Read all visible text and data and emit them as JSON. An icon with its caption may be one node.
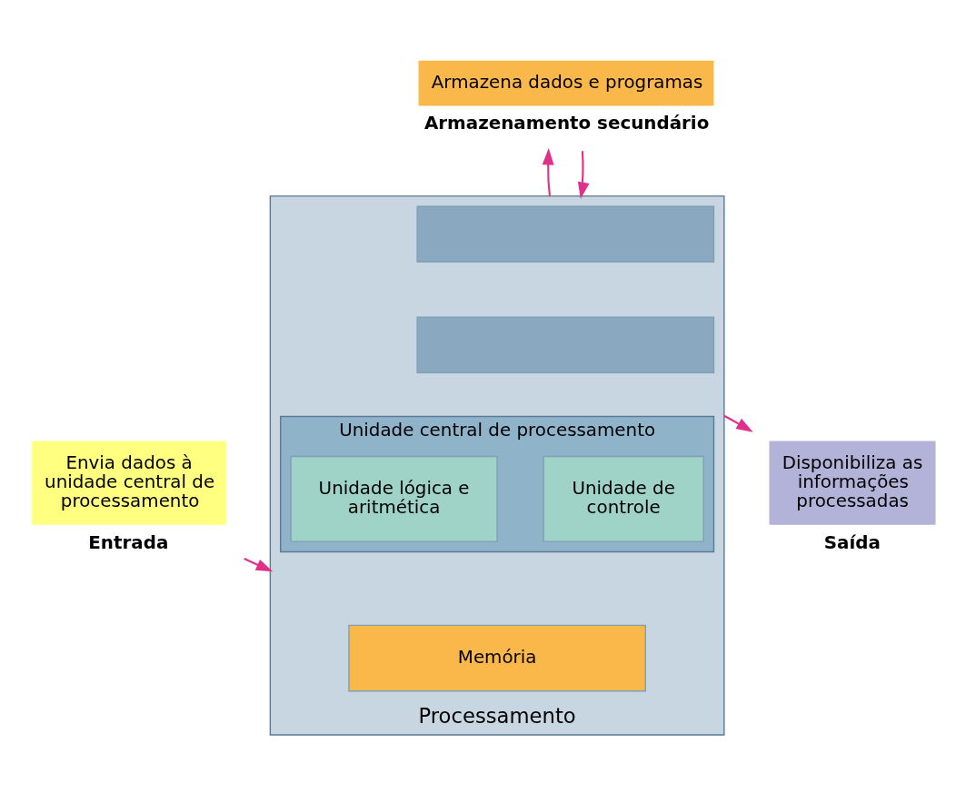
{
  "diagram": {
    "nodes": [
      {
        "text": [
          "Processamento"
        ]
      },
      {
        "text": [],
        "shape": "box",
        "in": 0
      },
      {
        "text": [],
        "shape": "box",
        "in": 0
      },
      {
        "text": [
          "Unidade central de processamento"
        ],
        "in": 0
      },
      {
        "text": [
          "Unidade de controle"
        ],
        "in": 3
      },
      {
        "text": [
          "Unidade lógica e aritmética"
        ],
        "in": 3
      },
      {
        "text": [
          "Memória"
        ],
        "in": 0
      },
      {
        "text": [
          "Armazena dados e programas"
        ],
        "beside": [
          "Armazenamento secundário"
        ]
      },
      {
        "text": [
          "Envia dados à unidade central de processamento"
        ],
        "beside": [
          "Entrada"
        ]
      },
      {
        "text": [
          "Disponibiliza as informações processadas"
        ],
        "beside": [
          "Saída"
        ]
      }
    ],
    "edges": [
      {
        "from": 0,
        "to": 7,
        "arrow": "to"
      },
      {
        "from": 7,
        "to": 0,
        "arrow": "to"
      },
      {
        "from": 8,
        "to": 0,
        "arrow": "to"
      },
      {
        "from": 0,
        "to": 9,
        "arrow": "to"
      }
    ]
  }
}
